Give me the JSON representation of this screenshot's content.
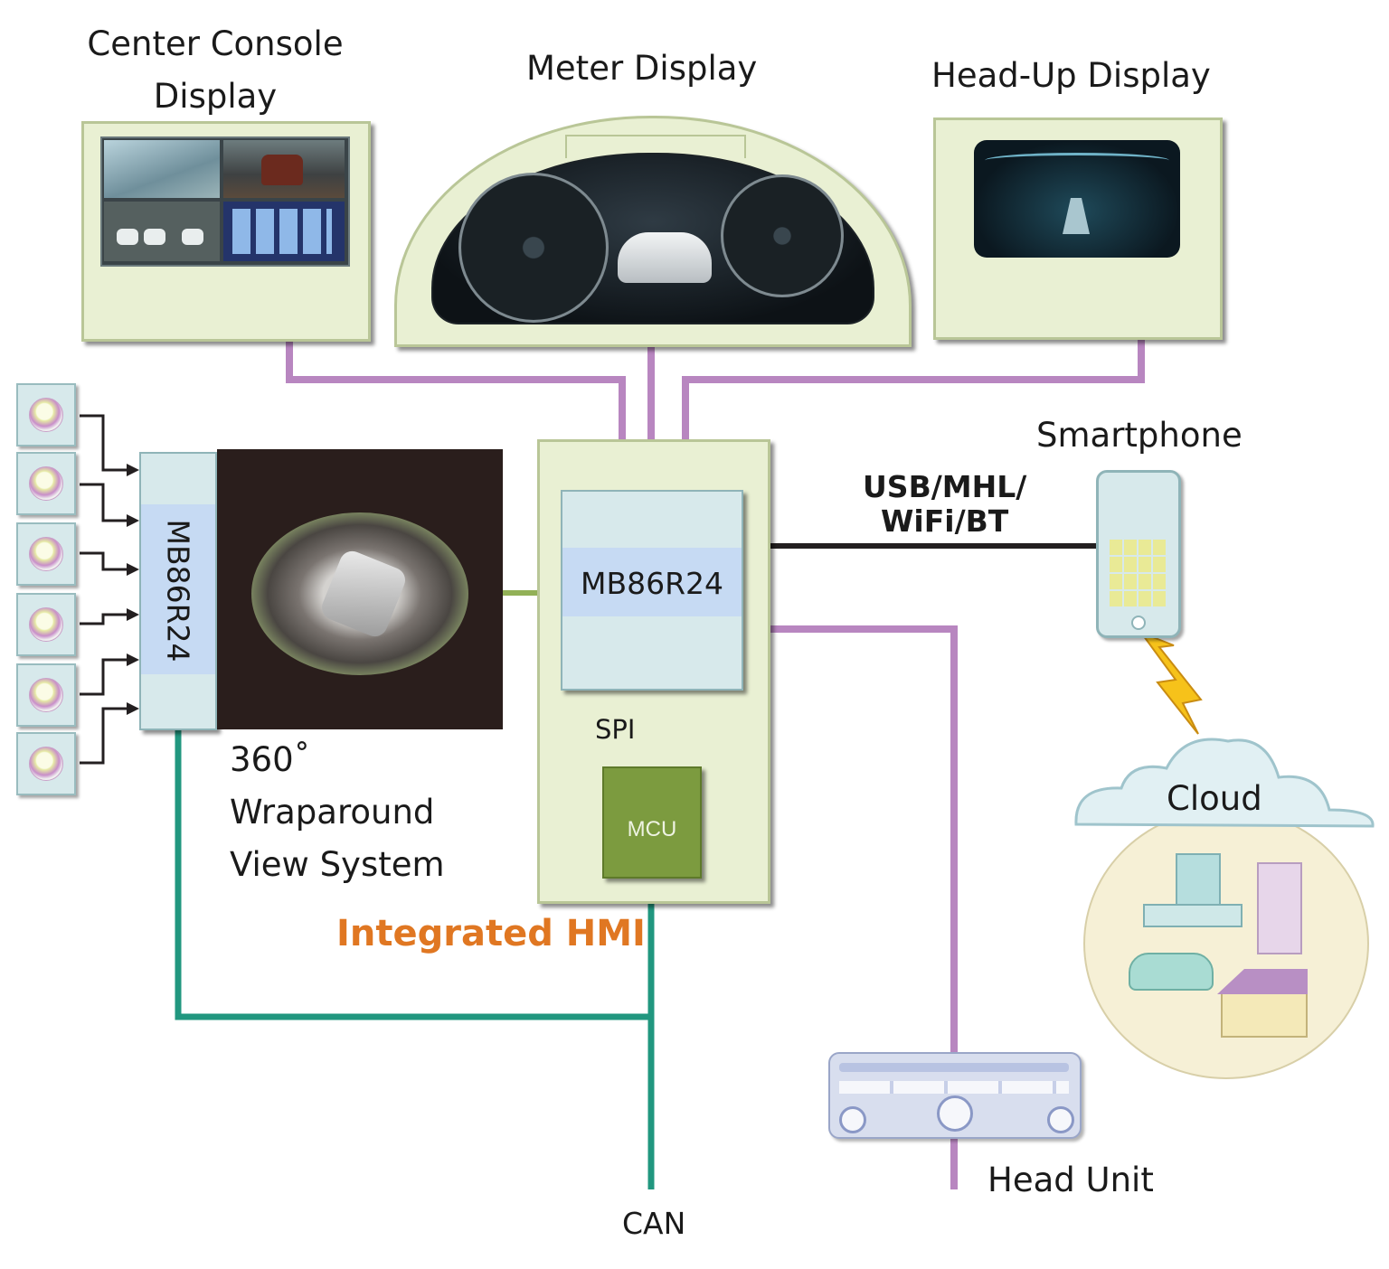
{
  "labels": {
    "center_console": "Center Console\nDisplay",
    "meter_display": "Meter Display",
    "head_up_display": "Head-Up Display",
    "smartphone": "Smartphone",
    "usb": "USB/MHL/\nWiFi/BT",
    "mb86r24_main": "MB86R24",
    "mb86r24_left": "MB86R24",
    "spi": "SPI",
    "mcu": "MCU",
    "wraparound": "360˚\nWraparound\nView System",
    "integrated_hmi": "Integrated HMI",
    "cloud": "Cloud",
    "head_unit": "Head Unit",
    "can": "CAN"
  },
  "colors": {
    "purple_link": "#b886c0",
    "teal_link": "#21977f",
    "green_link": "#92b157",
    "black_link": "#231f20",
    "accent_orange": "#e07722",
    "panel_fill": "#e9f0d3",
    "chip_fill": "#d7e9eb",
    "mcu_fill": "#7c9b3f"
  },
  "icons": [
    "camera-icon",
    "smartphone-icon",
    "cloud-icon",
    "building-icon",
    "server-icon",
    "car-icon",
    "house-icon",
    "head-unit-icon",
    "lightning-icon"
  ]
}
